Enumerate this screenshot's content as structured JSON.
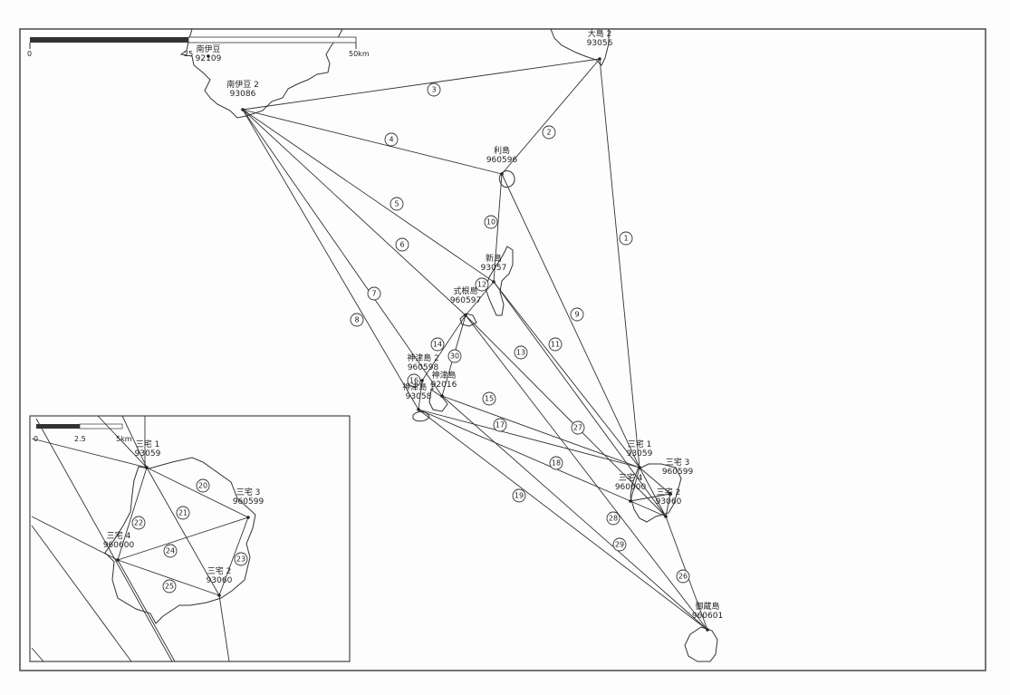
{
  "map": {
    "scale_main": {
      "start_label": "0",
      "mid_label": "25",
      "end_label": "50km"
    },
    "scale_inset": {
      "start_label": "0",
      "mid_label": "2.5",
      "end_label": "5km"
    },
    "stations": [
      {
        "id": "minamiizu",
        "name": "南伊豆",
        "code": "92109"
      },
      {
        "id": "minamiizu2",
        "name": "南伊豆 2",
        "code": "93086"
      },
      {
        "id": "oshima2",
        "name": "大島 2",
        "code": "93056"
      },
      {
        "id": "toshima",
        "name": "利島",
        "code": "960596"
      },
      {
        "id": "niijima",
        "name": "新島",
        "code": "93057"
      },
      {
        "id": "shikine",
        "name": "式根島",
        "code": "960597"
      },
      {
        "id": "kozu2",
        "name": "神津島 2",
        "code": "960598"
      },
      {
        "id": "kozu_b",
        "name": "神津島",
        "code": "92016"
      },
      {
        "id": "kozu1",
        "name": "神津島 1",
        "code": "93058"
      },
      {
        "id": "miyake1",
        "name": "三宅 1",
        "code": "93059"
      },
      {
        "id": "miyake3",
        "name": "三宅 3",
        "code": "960599"
      },
      {
        "id": "miyake4",
        "name": "三宅 4",
        "code": "960600"
      },
      {
        "id": "miyake2",
        "name": "三宅 2",
        "code": "93060"
      },
      {
        "id": "mikura",
        "name": "御蔵島",
        "code": "960601"
      }
    ],
    "baselines": [
      {
        "no": "1",
        "from": "oshima2",
        "to": "miyake1"
      },
      {
        "no": "2",
        "from": "oshima2",
        "to": "toshima"
      },
      {
        "no": "3",
        "from": "minamiizu2",
        "to": "oshima2"
      },
      {
        "no": "4",
        "from": "minamiizu2",
        "to": "toshima"
      },
      {
        "no": "5",
        "from": "minamiizu2",
        "to": "niijima"
      },
      {
        "no": "6",
        "from": "minamiizu2",
        "to": "shikine"
      },
      {
        "no": "7",
        "from": "minamiizu2",
        "to": "kozu_b"
      },
      {
        "no": "8",
        "from": "minamiizu2",
        "to": "kozu1"
      },
      {
        "no": "9",
        "from": "toshima",
        "to": "miyake1"
      },
      {
        "no": "10",
        "from": "toshima",
        "to": "niijima"
      },
      {
        "no": "11",
        "from": "niijima",
        "to": "miyake1"
      },
      {
        "no": "12",
        "from": "niijima",
        "to": "shikine"
      },
      {
        "no": "13",
        "from": "shikine",
        "to": "miyake2"
      },
      {
        "no": "14",
        "from": "shikine",
        "to": "kozu2"
      },
      {
        "no": "15",
        "from": "kozu_b",
        "to": "miyake1"
      },
      {
        "no": "16",
        "from": "kozu2",
        "to": "kozu1"
      },
      {
        "no": "17",
        "from": "kozu1",
        "to": "miyake1"
      },
      {
        "no": "18",
        "from": "kozu1",
        "to": "miyake4"
      },
      {
        "no": "19",
        "from": "kozu1",
        "to": "mikura"
      },
      {
        "no": "20",
        "from": "miyake1",
        "to": "miyake3"
      },
      {
        "no": "21",
        "from": "miyake1",
        "to": "miyake2"
      },
      {
        "no": "22",
        "from": "miyake1",
        "to": "miyake4"
      },
      {
        "no": "23",
        "from": "miyake3",
        "to": "miyake2"
      },
      {
        "no": "24",
        "from": "miyake4",
        "to": "miyake3"
      },
      {
        "no": "25",
        "from": "miyake4",
        "to": "miyake2"
      },
      {
        "no": "26",
        "from": "miyake2",
        "to": "mikura"
      },
      {
        "no": "27",
        "from": "niijima",
        "to": "miyake2"
      },
      {
        "no": "28",
        "from": "shikine",
        "to": "mikura"
      },
      {
        "no": "29",
        "from": "kozu_b",
        "to": "mikura"
      },
      {
        "no": "30",
        "from": "kozu_b",
        "to": "shikine"
      }
    ]
  }
}
